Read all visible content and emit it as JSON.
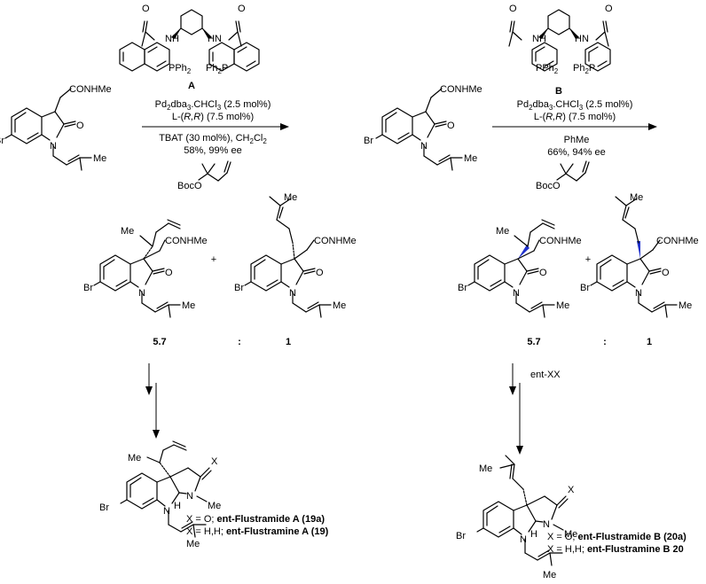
{
  "reaction_1": {
    "catalyst_label": "A",
    "catalyst_groups": {
      "left_nh": "NH",
      "right_nh": "HN",
      "left_p": "PPh",
      "right_p": "Ph",
      "p": "P"
    },
    "pd_prefix": "Pd",
    "pd_sub1": "2",
    "pd_mid": "dba",
    "pd_sub2": "3",
    "pd_suffix": ".CHCl",
    "pd_sub3": "3",
    "pd_amount": " (2.5 mol%)",
    "ligand_prefix": "L-(",
    "ligand_config": "R,R",
    "ligand_suffix": ") (7.5 mol%)",
    "additive": "TBAT (30 mol%), CH",
    "additive_sub": "2",
    "additive_2": "Cl",
    "additive_sub2": "2",
    "result": "58%, 99% ee",
    "reagent_boco": "BocO"
  },
  "reaction_2": {
    "catalyst_label": "B",
    "catalyst_groups": {
      "left_nh": "NH",
      "right_nh": "HN",
      "left_p": "PPh",
      "right_p": "Ph",
      "p": "P"
    },
    "pd_prefix": "Pd",
    "pd_sub1": "2",
    "pd_mid": "dba",
    "pd_sub2": "3",
    "pd_suffix": ".CHCl",
    "pd_sub3": "3",
    "pd_amount": " (2.5 mol%)",
    "ligand_prefix": "L-(",
    "ligand_config": "R,R",
    "ligand_suffix": ") (7.5 mol%)",
    "solvent": "PhMe",
    "result": "66%, 94% ee",
    "reagent_boco": "BocO"
  },
  "substrate": {
    "amide": "CONHMe",
    "br": "Br",
    "n": "N",
    "o": "O",
    "me": "Me"
  },
  "products": {
    "reverse_label": "5.7",
    "ratio_sep": ":",
    "normal_label": "1",
    "plus": "+",
    "amide": "CONHMe",
    "br": "Br",
    "n": "N",
    "o": "O",
    "me": "Me"
  },
  "step_label_right": "ent-XX",
  "final_left": {
    "x": "X",
    "n": "N",
    "me": "Me",
    "h": "H",
    "br": "Br",
    "line1_prefix": "X = O; ",
    "line1_name": "ent-Flustramide A (19a)",
    "line2_prefix": "X = H,H; ",
    "line2_name": "ent-Flustramine A (19)"
  },
  "final_right": {
    "x": "X",
    "n": "N",
    "me": "Me",
    "h": "H",
    "br": "Br",
    "line1_prefix": "X = O; ",
    "line1_name": "ent-Flustramide B (20a)",
    "line2_prefix": "X = H,H; ",
    "line2_name": "ent-Flustramine B 20"
  }
}
